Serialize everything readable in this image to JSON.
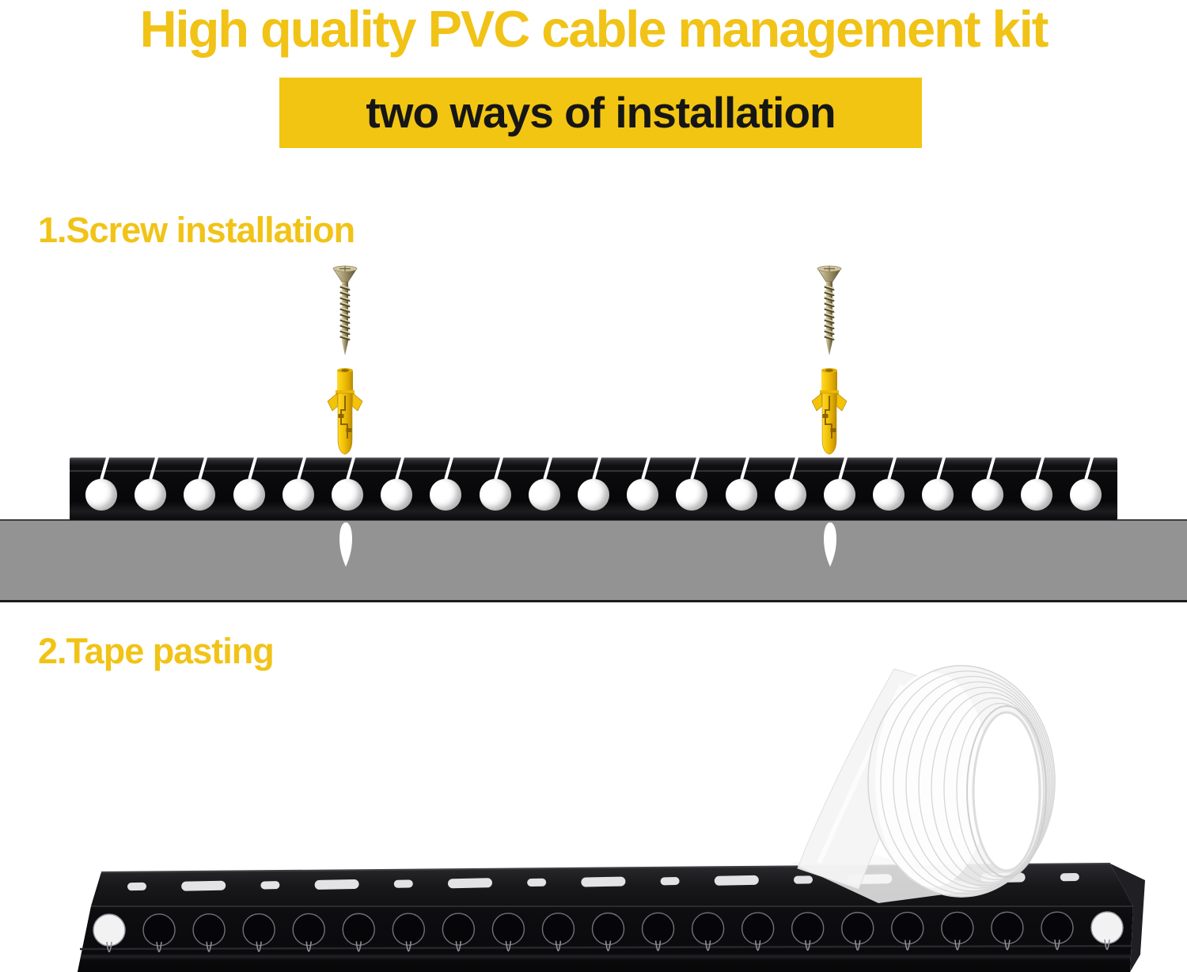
{
  "page": {
    "background": "#ffffff"
  },
  "header": {
    "title": "High quality PVC cable management kit",
    "banner_label": "two ways of installation",
    "accent_yellow": "#f1c317",
    "banner_bg": "#f2c512",
    "banner_text_color": "#161616"
  },
  "sections": {
    "screw": {
      "label": "1.Screw installation"
    },
    "tape": {
      "label": "2.Tape pasting"
    }
  },
  "scene": {
    "wall_color": "#929392",
    "raceway_color": "#0c0c0e",
    "tape_color": "#f4f4f4",
    "screw_color": "#a2936a",
    "anchor_color": "#f3c307",
    "screw_columns_x": [
      436,
      1048
    ],
    "front_raceway": {
      "hole_count": 21
    },
    "bottom_raceway": {
      "front_hole_count": 21,
      "top_slot_count": 15
    }
  }
}
